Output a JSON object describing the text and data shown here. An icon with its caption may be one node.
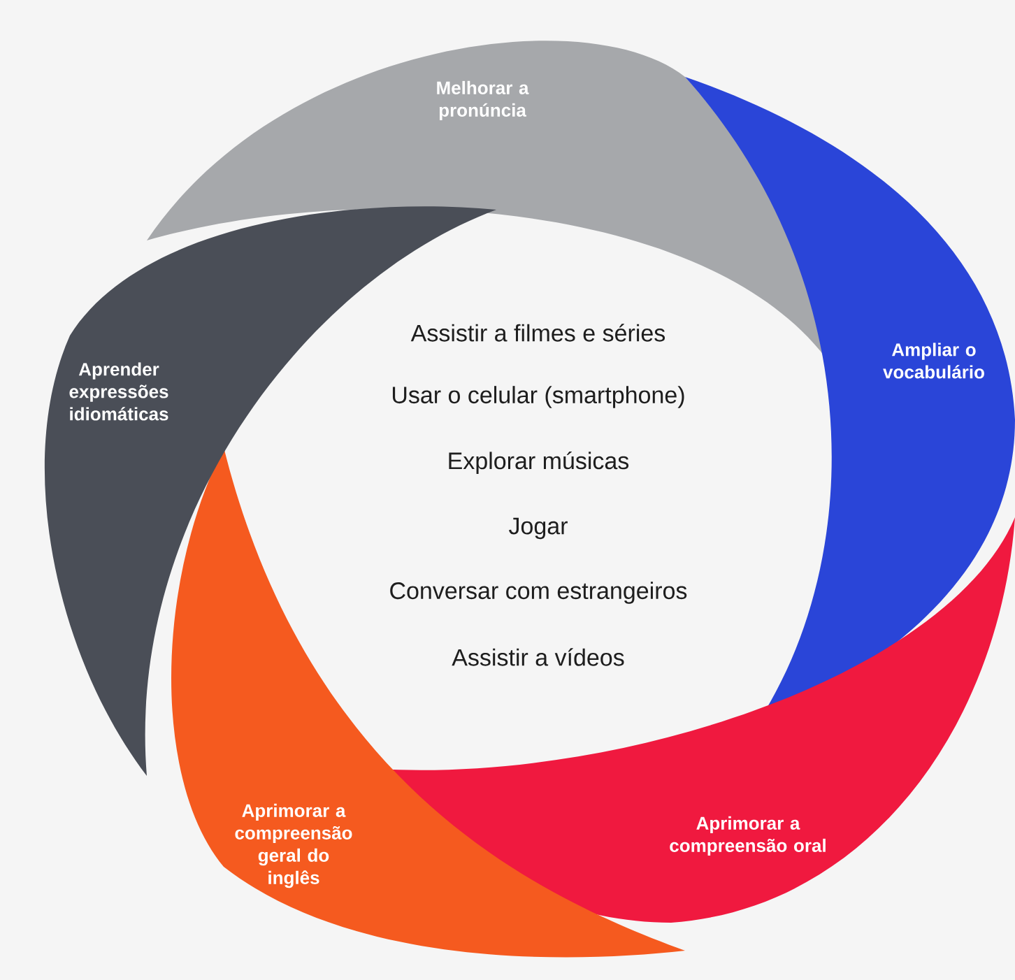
{
  "diagram": {
    "nodes": [
      {
        "text": [
          "Melhorar a pronúncia"
        ]
      },
      {
        "text": [
          "Ampliar o vocabulário"
        ]
      },
      {
        "text": [
          "Aprimorar a compreensão oral"
        ]
      },
      {
        "text": [
          "Aprimorar a compreensão geral do inglês"
        ]
      },
      {
        "text": [
          "Aprender expressões idiomáticas"
        ]
      }
    ],
    "labels": [
      "Assistir a filmes e séries",
      "Usar o celular (smartphone)",
      "Explorar músicas",
      "Jogar",
      "Conversar com estrangeiros",
      "Assistir a vídeos"
    ]
  }
}
